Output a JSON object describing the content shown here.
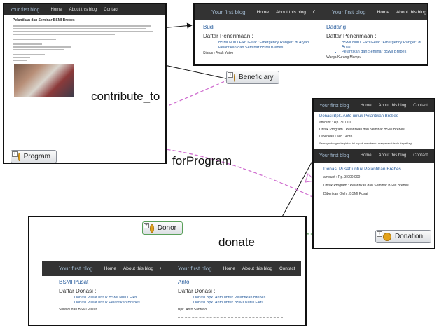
{
  "entities": {
    "program": "Program",
    "beneficiary": "Beneficiary",
    "donor": "Donor",
    "donation": "Donation"
  },
  "relations": {
    "contribute_to": "contribute_to",
    "forProgram": "forProgram",
    "donate": "donate"
  },
  "nav": {
    "brand": "Your first blog",
    "home": "Home",
    "about": "About this blog",
    "contact": "Contact"
  },
  "beneficiary_page": {
    "left": {
      "name": "Budi",
      "list_title": "Daftar Penerimaan :",
      "items": [
        "BSMI Nurul Fikri Gelar \"Emergency Ranger\" di Aryan",
        "Pelantikan dan Seminar BSMI Brebes"
      ],
      "status": "Status : Anak Yatim"
    },
    "right": {
      "name": "Dadang",
      "list_title": "Daftar Penerimaan :",
      "items": [
        "BSMI Nurul Fikri Gelar \"Emergency Ranger\" di Aryan",
        "Pelantikan dan Seminar BSMI Brebes"
      ],
      "status": "Warga Kurang Mampu"
    }
  },
  "donation_page": {
    "top": {
      "title": "Donasi Bpk. Anto untuk Pelantikan Brebes",
      "amount": "amount : Rp. 30.000",
      "program": "Untuk Program : Pelantikan dan Seminar BSMI Brebes",
      "giver": "Diberikan Oleh : Anto",
      "note": "Semoga dengan kegiatan ini bapak membantu masyarakat lebih dapat lagi"
    },
    "bottom": {
      "title": "Donasi Pusat untuk Pelantikan Brebes",
      "amount": "amount : Rp. 3.000.000",
      "program": "Untuk Program : Pelantikan dan Seminar BSMI Brebes",
      "giver": "Diberikan Oleh : BSMI Pusat"
    }
  },
  "donor_page": {
    "left": {
      "name": "BSMI Pusat",
      "list_title": "Daftar Donasi :",
      "items": [
        "Donasi Pusat untuk BSMI Nurul Fikri",
        "Donasi Pusat untuk Pelantikan Brebes"
      ],
      "status": "Subsidi dari BSMI Pusat"
    },
    "right": {
      "name": "Anto",
      "list_title": "Daftar Donasi :",
      "items": [
        "Donasi Bpk. Anto untuk Pelantikan Brebes",
        "Donasi Bpk. Anto untuk BSMI Nurul Fikri"
      ],
      "status": "Bpk. Anto Santoso"
    }
  },
  "program_page": {
    "title": "Pelantikan dan Seminar BSMI Brebes"
  },
  "colors": {
    "contribute_line": "#d070d0",
    "donate_line": "#5aa05a",
    "nav_bg": "#333333",
    "link": "#2b5f9e"
  }
}
